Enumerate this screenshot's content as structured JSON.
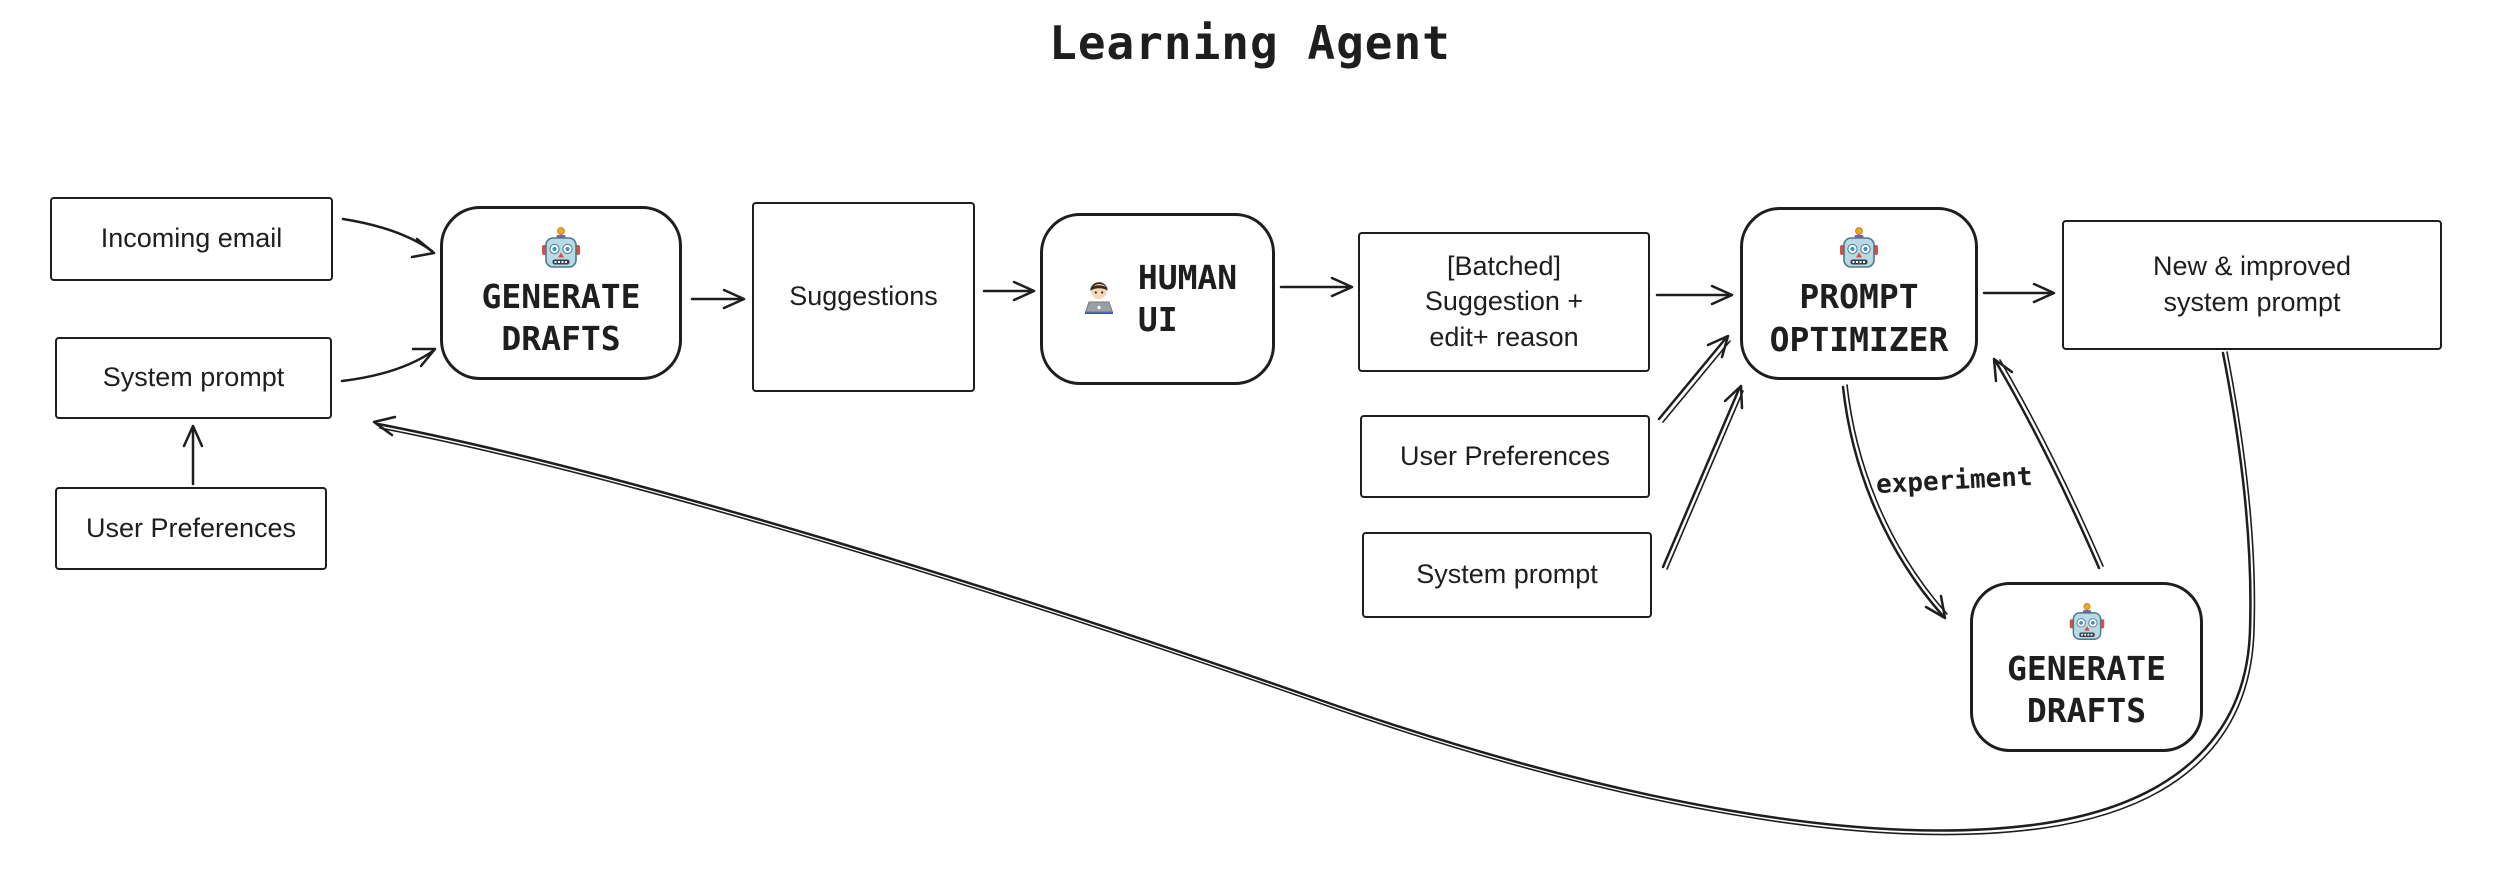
{
  "title": "Learning Agent",
  "colors": {
    "stroke": "#1e1e1e",
    "background": "#ffffff"
  },
  "annotations": {
    "experiment": "experiment"
  },
  "nodes": {
    "incoming_email": {
      "label": "Incoming email"
    },
    "system_prompt_left": {
      "label": "System prompt"
    },
    "user_preferences_left": {
      "label": "User Preferences"
    },
    "generate_drafts_1": {
      "label": "GENERATE\nDRAFTS",
      "icon": "robot-icon"
    },
    "suggestions": {
      "label": "Suggestions"
    },
    "human_ui": {
      "label": "HUMAN\nUI",
      "icon": "technologist-icon"
    },
    "batched_suggestion": {
      "label": "[Batched]\nSuggestion +\nedit+ reason"
    },
    "user_preferences_mid": {
      "label": "User Preferences"
    },
    "system_prompt_mid": {
      "label": "System prompt"
    },
    "prompt_optimizer": {
      "label": "PROMPT\nOPTIMIZER",
      "icon": "robot-icon"
    },
    "new_improved_prompt": {
      "label": "New & improved\nsystem prompt"
    },
    "generate_drafts_2": {
      "label": "GENERATE\nDRAFTS",
      "icon": "robot-icon"
    }
  },
  "edges": [
    {
      "from": "user_preferences_left",
      "to": "system_prompt_left",
      "label": ""
    },
    {
      "from": "incoming_email",
      "to": "generate_drafts_1",
      "label": ""
    },
    {
      "from": "system_prompt_left",
      "to": "generate_drafts_1",
      "label": ""
    },
    {
      "from": "generate_drafts_1",
      "to": "suggestions",
      "label": ""
    },
    {
      "from": "suggestions",
      "to": "human_ui",
      "label": ""
    },
    {
      "from": "human_ui",
      "to": "batched_suggestion",
      "label": ""
    },
    {
      "from": "batched_suggestion",
      "to": "prompt_optimizer",
      "label": ""
    },
    {
      "from": "user_preferences_mid",
      "to": "prompt_optimizer",
      "label": ""
    },
    {
      "from": "system_prompt_mid",
      "to": "prompt_optimizer",
      "label": ""
    },
    {
      "from": "prompt_optimizer",
      "to": "new_improved_prompt",
      "label": ""
    },
    {
      "from": "prompt_optimizer",
      "to": "generate_drafts_2",
      "label": "experiment"
    },
    {
      "from": "generate_drafts_2",
      "to": "prompt_optimizer",
      "label": ""
    },
    {
      "from": "new_improved_prompt",
      "to": "system_prompt_left",
      "label": ""
    }
  ]
}
